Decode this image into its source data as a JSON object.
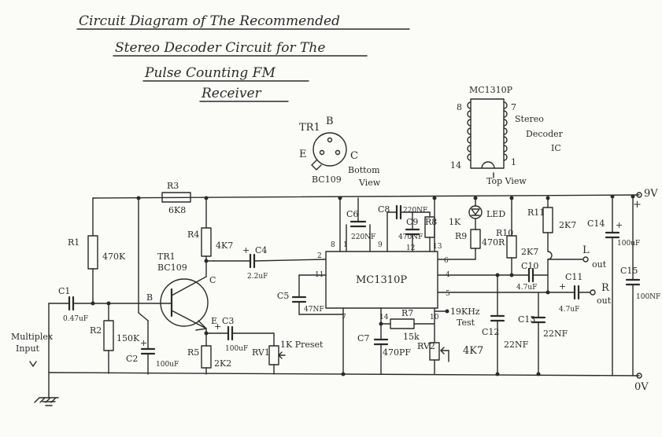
{
  "title": {
    "line1": "Circuit Diagram of The Recommended",
    "line2": "Stereo Decoder Circuit for The",
    "line3": "Pulse Counting FM",
    "line4": "Receiver"
  },
  "ic": {
    "name": "MC1310P",
    "top_view_name": "MC1310P",
    "desc1": "Stereo",
    "desc2": "Decoder",
    "desc3": "IC",
    "top_view": "Top View",
    "pins": {
      "p1": "1",
      "p2": "2",
      "p4": "4",
      "p5": "5",
      "p6": "6",
      "p7": "7",
      "p8": "8",
      "p9": "9",
      "p10": "10",
      "p11": "11",
      "p12": "12",
      "p13": "13",
      "p14": "14"
    },
    "outline_pins": {
      "p8": "8",
      "p7": "7",
      "p14": "14",
      "p1": "1"
    }
  },
  "transistor": {
    "ref": "TR1",
    "base_pin": "B",
    "emitter_pin": "E",
    "collector_pin": "C",
    "part": "BC109",
    "bottom_view": "Bottom",
    "bottom_view2": "View",
    "sch_ref": "TR1",
    "sch_part": "BC109",
    "sch_b": "B",
    "sch_c": "C",
    "sch_e": "E"
  },
  "components": {
    "r1": "R1",
    "r1_val": "470K",
    "r2": "R2",
    "r2_val": "150K",
    "r3": "R3",
    "r3_val": "6K8",
    "r4": "R4",
    "r4_val": "4K7",
    "r5": "R5",
    "r5_val": "2K2",
    "r7": "R7",
    "r7_val": "15k",
    "r8": "R8",
    "r8_val": "1K",
    "r9": "R9",
    "r9_val": "470R",
    "r10": "R10",
    "r10_val": "2K7",
    "r11": "R11",
    "r11_val": "2K7",
    "rv1": "RV1",
    "rv1_val": "1K Preset",
    "rv2": "RV2",
    "rv2_val": "4K7",
    "c1": "C1",
    "c1_val": "0.47uF",
    "c2": "C2",
    "c2_val": "100uF",
    "c3": "C3",
    "c3_val": "100uF",
    "c4": "C4",
    "c4_val": "2.2uF",
    "c5": "C5",
    "c5_val": "47NF",
    "c6": "C6",
    "c6_val": "220NF",
    "c7": "C7",
    "c7_val": "470PF",
    "c8": "C8",
    "c8_val": "220NF",
    "c9": "C9",
    "c9_val": "470NF",
    "c10": "C10",
    "c10_val": "4.7uF",
    "c11": "C11",
    "c11_val": "4.7uF",
    "c12": "C12",
    "c12_val": "22NF",
    "c13": "C13",
    "c13_val": "22NF",
    "c14": "C14",
    "c14_val": "100uF",
    "c15": "C15",
    "c15_val": "100NF",
    "led": "LED"
  },
  "io": {
    "input1": "Multiplex",
    "input2": "Input",
    "test1": "19KHz",
    "test2": "Test",
    "out_l": "L",
    "out_l_word": "out",
    "out_r": "R",
    "out_r_word": "out",
    "supply_pos": "9V",
    "supply_plus": "+",
    "supply_gnd": "0V"
  }
}
